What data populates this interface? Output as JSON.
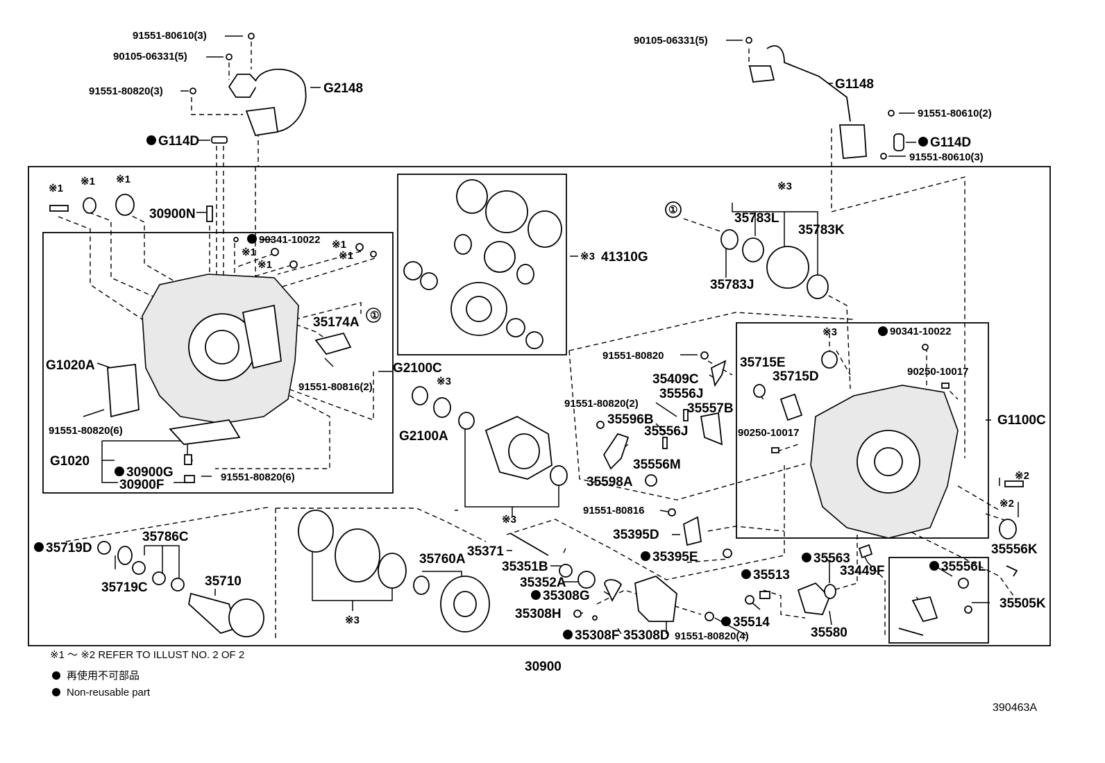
{
  "diagram_id": "390463A",
  "assembly_ref": "30900",
  "notes": {
    "refer": "※1 ～ ※2 REFER TO ILLUST NO. 2 OF 2",
    "nonreusable_jp": "再使用不可部品",
    "nonreusable_en": "Non-reusable part"
  },
  "callouts": {
    "c1": "91551-80610(3)",
    "c2": "90105-06331(5)",
    "c3": "91551-80820(3)",
    "c4": "G2148",
    "c5": "G114D",
    "c6": "90105-06331(5)",
    "c7": "G1148",
    "c8": "91551-80610(2)",
    "c9": "G114D",
    "c10": "91551-80610(3)",
    "c11": "※1",
    "c12": "※1",
    "c13": "※1",
    "c14": "30900N",
    "c15": "90341-10022",
    "c16": "※1",
    "c17": "※1",
    "c18": "※1",
    "c19": "35174A",
    "c20": "G2100C",
    "c21": "G1020A",
    "c22": "91551-80816(2)",
    "c23": "91551-80820(6)",
    "c24": "G1020",
    "c25": "30900G",
    "c26": "30900F",
    "c27": "91551-80820(6)",
    "c28": "※3",
    "c29": "G2100A",
    "c30": "※3",
    "c31": "※3",
    "c32": "41310G",
    "c33": "①",
    "c34": "①",
    "c35": "※3",
    "c36": "35783L",
    "c37": "35783K",
    "c38": "35783J",
    "c39": "91551-80820",
    "c40": "35409C",
    "c41": "35556J",
    "c42": "91551-80820(2)",
    "c43": "35557B",
    "c44": "35596B",
    "c45": "35556J",
    "c46": "35556M",
    "c47": "35598A",
    "c48": "91551-80816",
    "c49": "35395D",
    "c50": "35395E",
    "c51": "35715E",
    "c52": "35715D",
    "c53": "※3",
    "c54": "90341-10022",
    "c55": "90250-10017",
    "c56": "90250-10017",
    "c57": "G1100C",
    "c58": "※2",
    "c59": "※2",
    "c60": "35556K",
    "c61": "35719D",
    "c62": "35786C",
    "c63": "35719C",
    "c64": "35710",
    "c65": "35760A",
    "c66": "※3",
    "c67": "35371",
    "c68": "35351B",
    "c69": "35352A",
    "c70": "35308G",
    "c71": "35308H",
    "c72": "35308F",
    "c73": "35308D",
    "c74": "91551-80820(4)",
    "c75": "35563",
    "c76": "33449F",
    "c77": "35513",
    "c78": "35514",
    "c79": "35580",
    "c80": "35556L",
    "c81": "35505K"
  }
}
